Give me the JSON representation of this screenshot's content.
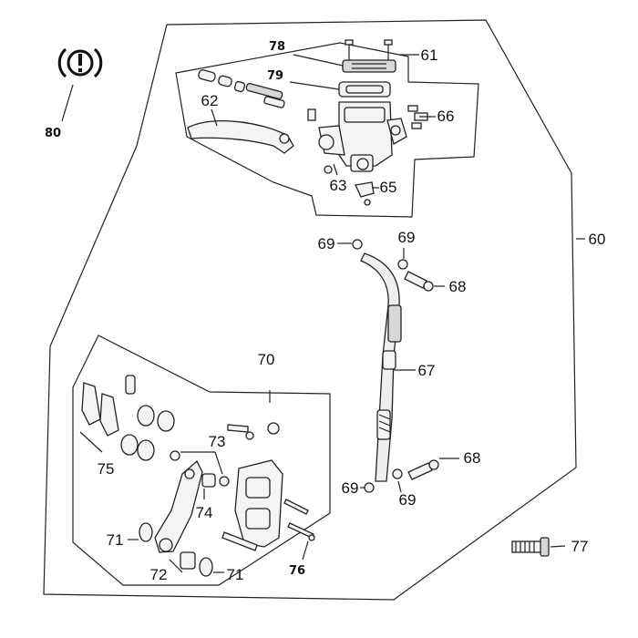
{
  "labels": {
    "l60": "60",
    "l61": "61",
    "l62": "62",
    "l63": "63",
    "l65": "65",
    "l66": "66",
    "l67": "67",
    "l68a": "68",
    "l68b": "68",
    "l69a": "69",
    "l69b": "69",
    "l69c": "69",
    "l69d": "69",
    "l70": "70",
    "l71a": "71",
    "l71b": "71",
    "l72": "72",
    "l73": "73",
    "l74": "74",
    "l75": "75",
    "l76": "76",
    "l77": "77",
    "l78": "78",
    "l79": "79",
    "l80": "80"
  },
  "icons": {
    "brake_warning": "brake-warning-icon"
  },
  "colors": {
    "line": "#222222",
    "background": "#ffffff"
  }
}
